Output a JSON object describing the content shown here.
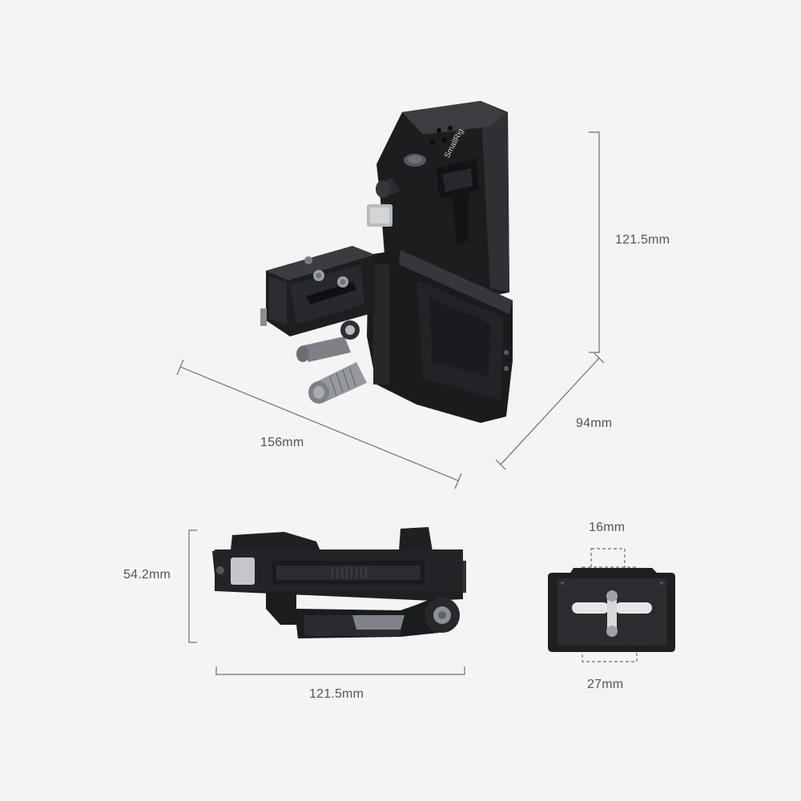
{
  "brand_engraving": "SmallRig",
  "dimensions": {
    "height": "121.5mm",
    "depth": "94mm",
    "length": "156mm",
    "side_height": "54.2mm",
    "side_length": "121.5mm",
    "plate_top": "16mm",
    "plate_bottom": "27mm"
  },
  "colors": {
    "background": "#f4f4f4",
    "product_body": "#1e1f21",
    "product_highlight": "#3a3c40",
    "metal_accent": "#8a8d91",
    "dimension_line": "#6e6e6e"
  }
}
